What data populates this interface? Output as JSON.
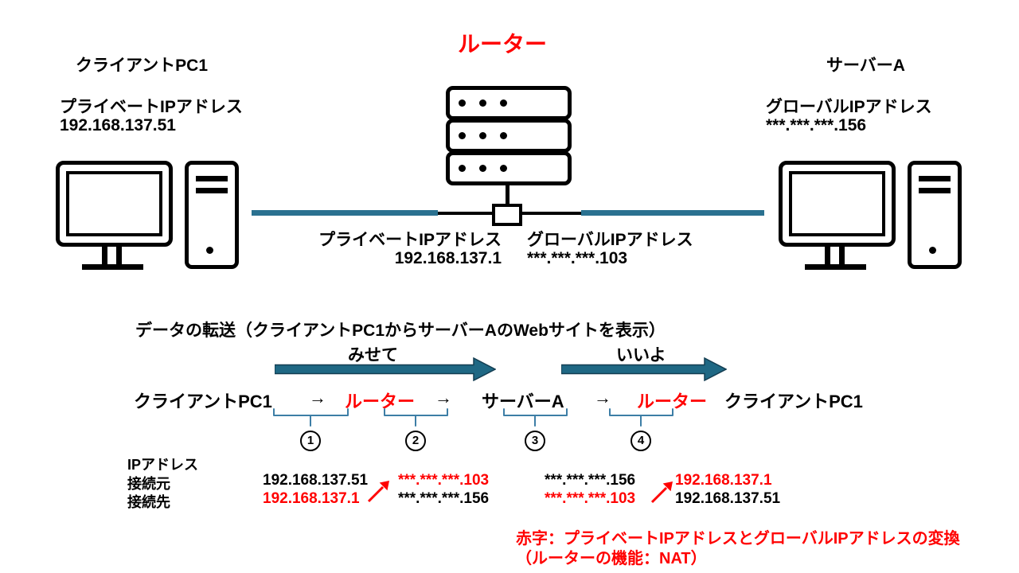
{
  "title": "ルーター",
  "client": {
    "name": "クライアントPC1",
    "ip_label": "プライベートIPアドレス",
    "ip": "192.168.137.51"
  },
  "server": {
    "name": "サーバーA",
    "ip_label": "グローバルIPアドレス",
    "ip": "***.***.***.156"
  },
  "router_ips": {
    "private_label": "プライベートIPアドレス",
    "private_ip": "192.168.137.1",
    "global_label": "グローバルIPアドレス",
    "global_ip": "***.***.***.103"
  },
  "transfer": {
    "title": "データの転送（クライアントPC1からサーバーAのWebサイトを表示）",
    "request_label": "みせて",
    "response_label": "いいよ",
    "flow": [
      {
        "text": "クライアントPC1"
      },
      {
        "text": "→"
      },
      {
        "text": "ルーター"
      },
      {
        "text": "→"
      },
      {
        "text": "サーバーA"
      },
      {
        "text": "→"
      },
      {
        "text": "ルーター"
      },
      {
        "text": "クライアントPC1"
      }
    ],
    "steps": [
      "1",
      "2",
      "3",
      "4"
    ]
  },
  "ip_table": {
    "title": "IPアドレス",
    "row_labels": [
      "接続元",
      "接続先"
    ],
    "source_row": [
      {
        "text": "192.168.137.51",
        "red": false
      },
      {
        "text": "***.***.***.103",
        "red": true
      },
      {
        "text": "***.***.***.156",
        "red": false
      },
      {
        "text": "192.168.137.1",
        "red": true
      }
    ],
    "dest_row": [
      {
        "text": "192.168.137.1",
        "red": true
      },
      {
        "text": "***.***.***.156",
        "red": false
      },
      {
        "text": "***.***.***.103",
        "red": true
      },
      {
        "text": "192.168.137.51",
        "red": false
      }
    ]
  },
  "legend": {
    "line1": "赤字：プライベートIPアドレスとグローバルIPアドレスの変換",
    "line2": "（ルーターの機能：NAT）"
  },
  "colors": {
    "accent_red": "#ff0000",
    "line_teal": "#2a7190",
    "arrow_fill": "#1f6884",
    "arrow_stroke": "#143e52",
    "brace_blue": "#3d7ea6"
  }
}
